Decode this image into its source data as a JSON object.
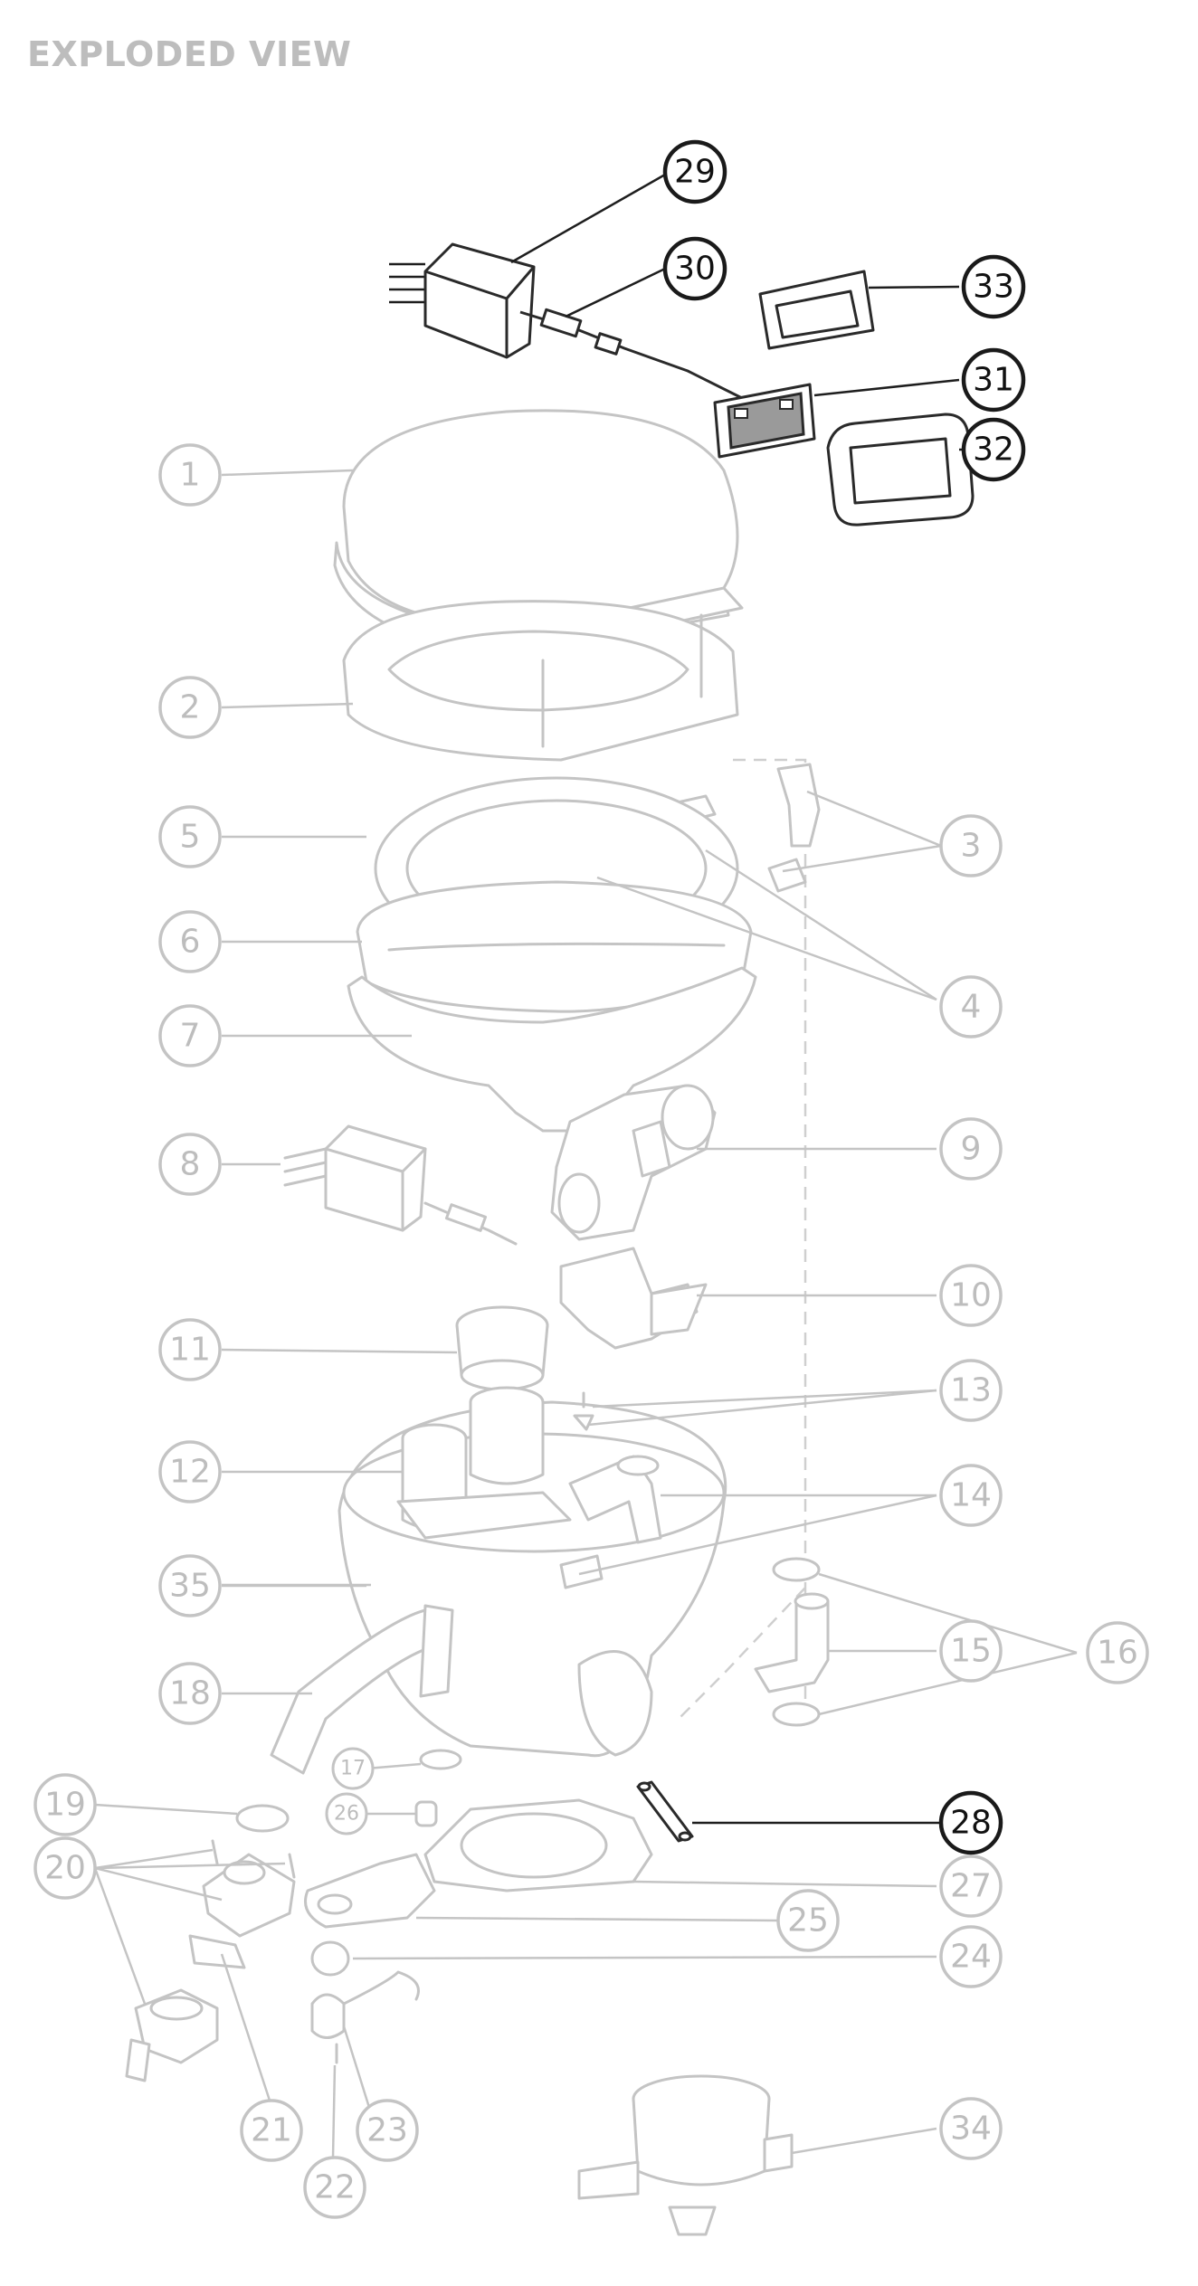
{
  "title": "EXPLODED VIEW",
  "callouts": [
    {
      "label": "1",
      "style": "light",
      "size": "normal"
    },
    {
      "label": "2",
      "style": "light",
      "size": "normal"
    },
    {
      "label": "3",
      "style": "light",
      "size": "normal"
    },
    {
      "label": "4",
      "style": "light",
      "size": "normal"
    },
    {
      "label": "5",
      "style": "light",
      "size": "normal"
    },
    {
      "label": "6",
      "style": "light",
      "size": "normal"
    },
    {
      "label": "7",
      "style": "light",
      "size": "normal"
    },
    {
      "label": "8",
      "style": "light",
      "size": "normal"
    },
    {
      "label": "9",
      "style": "light",
      "size": "normal"
    },
    {
      "label": "10",
      "style": "light",
      "size": "normal"
    },
    {
      "label": "11",
      "style": "light",
      "size": "normal"
    },
    {
      "label": "12",
      "style": "light",
      "size": "normal"
    },
    {
      "label": "13",
      "style": "light",
      "size": "normal"
    },
    {
      "label": "14",
      "style": "light",
      "size": "normal"
    },
    {
      "label": "15",
      "style": "light",
      "size": "normal"
    },
    {
      "label": "16",
      "style": "light",
      "size": "normal"
    },
    {
      "label": "17",
      "style": "light",
      "size": "small"
    },
    {
      "label": "18",
      "style": "light",
      "size": "normal"
    },
    {
      "label": "19",
      "style": "light",
      "size": "normal"
    },
    {
      "label": "20",
      "style": "light",
      "size": "normal"
    },
    {
      "label": "21",
      "style": "light",
      "size": "normal"
    },
    {
      "label": "22",
      "style": "light",
      "size": "normal"
    },
    {
      "label": "23",
      "style": "light",
      "size": "normal"
    },
    {
      "label": "24",
      "style": "light",
      "size": "normal"
    },
    {
      "label": "25",
      "style": "light",
      "size": "normal"
    },
    {
      "label": "26",
      "style": "light",
      "size": "small"
    },
    {
      "label": "27",
      "style": "light",
      "size": "normal"
    },
    {
      "label": "28",
      "style": "dark",
      "size": "normal"
    },
    {
      "label": "29",
      "style": "dark",
      "size": "normal"
    },
    {
      "label": "30",
      "style": "dark",
      "size": "normal"
    },
    {
      "label": "31",
      "style": "dark",
      "size": "normal"
    },
    {
      "label": "32",
      "style": "dark",
      "size": "normal"
    },
    {
      "label": "33",
      "style": "dark",
      "size": "normal"
    },
    {
      "label": "34",
      "style": "light",
      "size": "normal"
    },
    {
      "label": "35",
      "style": "light",
      "size": "normal"
    }
  ],
  "colors": {
    "light": "#c4c4c4",
    "dark": "#1a1a1a",
    "title": "#bdbdbd"
  }
}
